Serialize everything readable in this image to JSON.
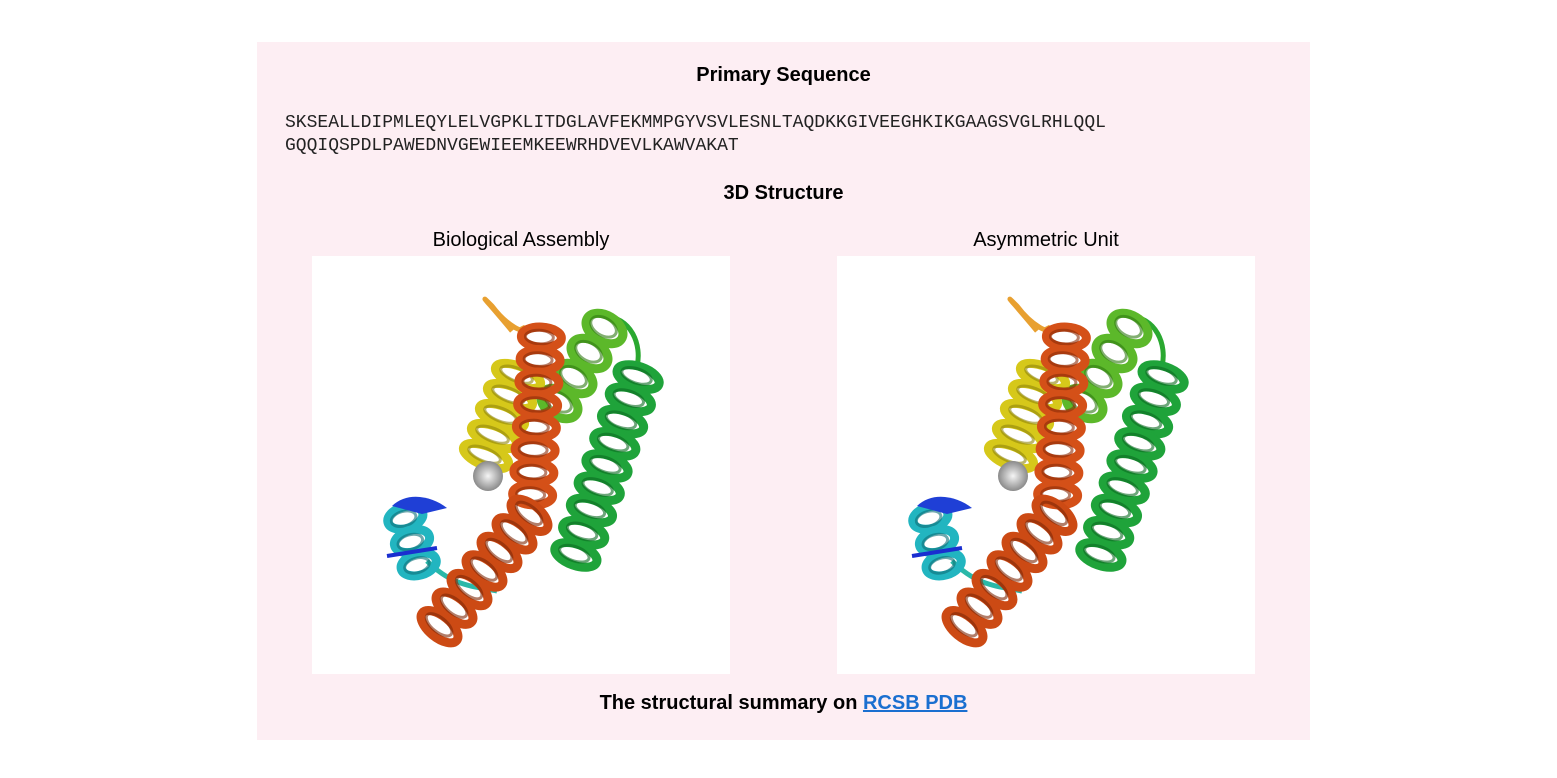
{
  "primary_sequence": {
    "heading": "Primary Sequence",
    "line1": "SKSEALLDIPMLEQYLELVGPKLITDGLAVFEKMMPGYVSVLESNLTAQDKKGIVEEGHKIKGAAGSVGLRHLQQL",
    "line2": "GQQIQSPDLPAWEDNVGEWIEEMKEEWRHDVEVLKAWVAKAT"
  },
  "structure": {
    "heading": "3D Structure",
    "left_caption": "Biological Assembly",
    "right_caption": "Asymmetric Unit",
    "image_icon": "protein-ribbon-image"
  },
  "footer": {
    "text": "The structural summary on ",
    "link_label": "RCSB PDB"
  },
  "colors": {
    "panel_background": "#fdeef3",
    "link": "#1a6fd0"
  }
}
